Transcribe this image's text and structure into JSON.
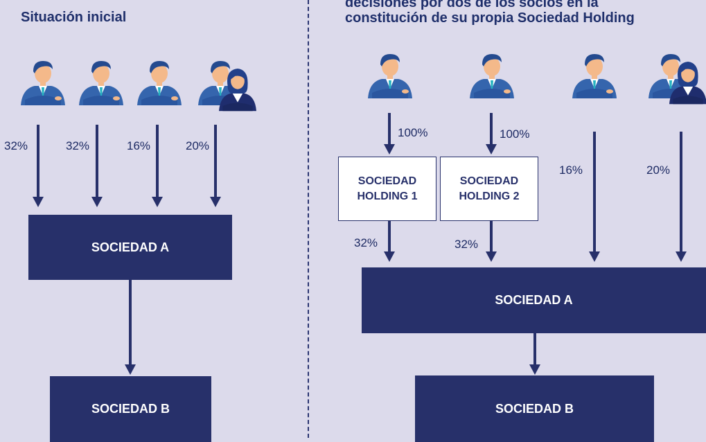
{
  "left_title": "Situación inicial",
  "right_title_line1": "decisiones por dos de los socios en la",
  "right_title_line2": "constitución de su propia Sociedad Holding",
  "left": {
    "shares": [
      "32%",
      "32%",
      "16%",
      "20%"
    ],
    "sociedad_a": "SOCIEDAD A",
    "sociedad_b": "SOCIEDAD B"
  },
  "right": {
    "holding1_line1": "SOCIEDAD",
    "holding1_line2": "HOLDING 1",
    "holding2_line1": "SOCIEDAD",
    "holding2_line2": "HOLDING 2",
    "to_holding1": "100%",
    "to_holding2": "100%",
    "holding1_share": "32%",
    "holding2_share": "32%",
    "partner3_share": "16%",
    "partner4_share": "20%",
    "sociedad_a": "SOCIEDAD A",
    "sociedad_b": "SOCIEDAD B"
  },
  "icons": {
    "man": "businessman-icon",
    "couple": "business-couple-icon"
  },
  "colors": {
    "background": "#dcdaeb",
    "navy": "#27306a",
    "title": "#1f2f6b"
  }
}
